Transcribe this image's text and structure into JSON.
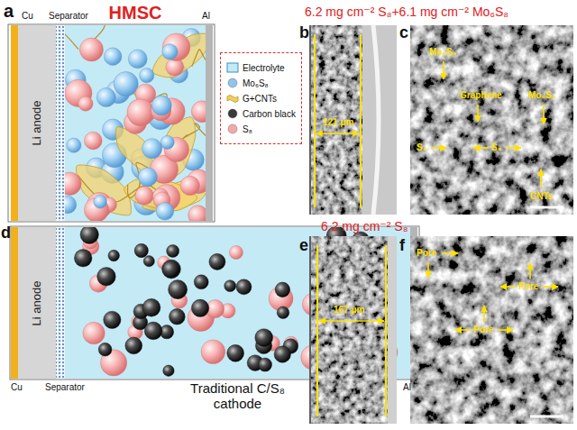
{
  "diagram": {
    "nodes": [
      {
        "text": [
          "Li anode"
        ]
      },
      {
        "text": [
          "HMSC"
        ]
      },
      {
        "text": [
          "Li anode"
        ]
      },
      {
        "text": [
          "Traditional C/S₈ cathode"
        ]
      }
    ],
    "labels": [
      "a",
      "Cu",
      "Separator",
      "Al",
      "b",
      "121 μm",
      "c",
      "6.2 mg cm⁻² S₈+6.1 mg cm⁻² Mo₆S₈",
      "Mo₆S₈",
      "Graphene",
      "Mo₆S₈",
      "S₈",
      "S₈",
      "CNTs",
      "d",
      "Cu",
      "Separator",
      "Al",
      "6.2 mg cm⁻² S₈",
      "e",
      "167 μm",
      "f",
      "Pore",
      "Pore",
      "Pore"
    ],
    "legend": [
      {
        "text": "Electrolyte",
        "color": "#c4eaf6"
      },
      {
        "text": "Mo₆S₈",
        "color": "#8fc4ec"
      },
      {
        "text": "G+CNTs",
        "color": "#f2cf5a"
      },
      {
        "text": "Carbon black",
        "color": "#3a3a3a"
      },
      {
        "text": "S₈",
        "color": "#f4a9a9"
      }
    ]
  }
}
